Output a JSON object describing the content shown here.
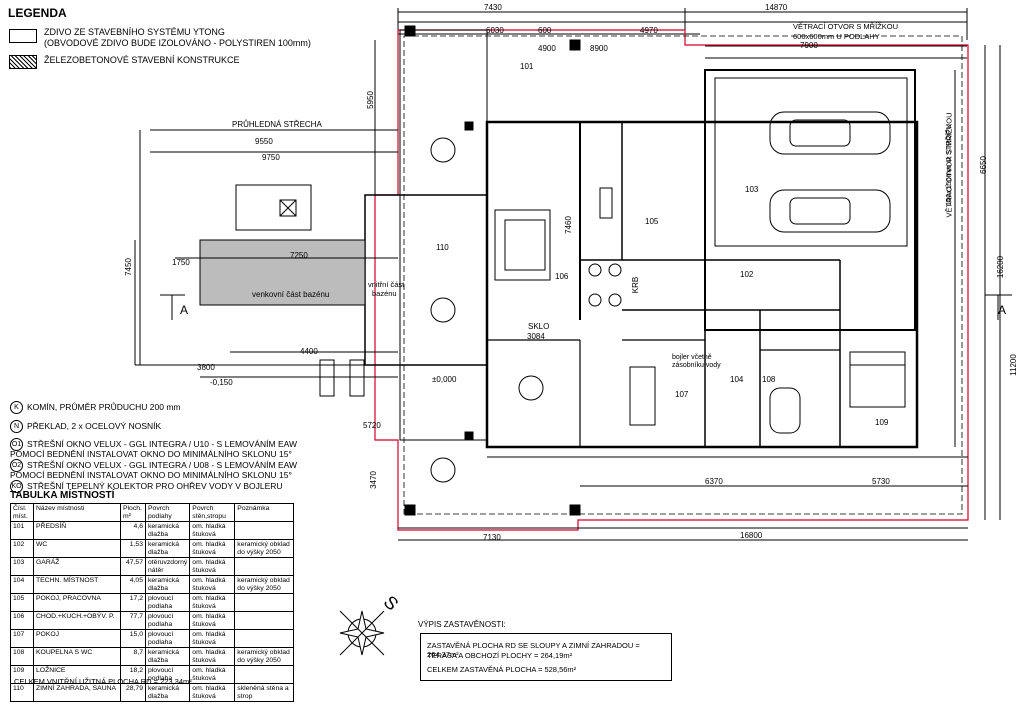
{
  "legend": {
    "title": "LEGENDA",
    "item1_line1": "ZDIVO ZE STAVEBNÍHO SYSTÉMU YTONG",
    "item1_line2": "(OBVODOVÉ ZDIVO BUDE IZOLOVÁNO - POLYSTIREN 100mm)",
    "item2": "ŽELEZOBETONOVÉ STAVEBNÍ KONSTRUKCE"
  },
  "notes": [
    {
      "sym": "K",
      "text": "KOMÍN, PRŮMĚR PRŮDUCHU 200 mm"
    },
    {
      "sym": "N",
      "text": "PŘEKLAD, 2 x OCELOVÝ NOSNÍK"
    },
    {
      "sym": "O1",
      "text": "STŘEŠNÍ OKNO VELUX - GGL INTEGRA / U10 - S LEMOVÁNÍM EAW"
    },
    {
      "sym": "",
      "text": "POMOCÍ BEDNĚNÍ INSTALOVAT OKNO DO MINIMÁLNÍHO SKLONU 15°"
    },
    {
      "sym": "O2",
      "text": "STŘEŠNÍ OKNO VELUX - GGL INTEGRA / U08 - S LEMOVÁNÍM EAW"
    },
    {
      "sym": "",
      "text": "POMOCÍ BEDNĚNÍ INSTALOVAT OKNO DO MINIMÁLNÍHO SKLONU 15°"
    },
    {
      "sym": "KO",
      "text": "STŘEŠNÍ TEPELNÝ KOLEKTOR PRO OHŘEV VODY V BOJLERU"
    }
  ],
  "table": {
    "title": "TABULKA MÍSTNOSTÍ",
    "headers": [
      "Čísl. míst.",
      "Název místnosti",
      "Ploch. m²",
      "Povrch podlahy",
      "Povrch stěn,stropu",
      "Poznámka"
    ],
    "rows": [
      [
        "101",
        "PŘEDSÍŇ",
        "4,6",
        "keramická dlažba",
        "om. hladká štuková",
        ""
      ],
      [
        "102",
        "WC",
        "1,53",
        "keramická dlažba",
        "om. hladká štuková",
        "keramický obklad do výšky 2050"
      ],
      [
        "103",
        "GARÁŽ",
        "47,57",
        "otěruvzdorný nátěr",
        "om. hladká štuková",
        ""
      ],
      [
        "104",
        "TECHN. MÍSTNOST",
        "4,05",
        "keramická dlažba",
        "om. hladká štuková",
        "keramický obklad do výšky 2050"
      ],
      [
        "105",
        "POKOJ, PRACOVNA",
        "17,2",
        "plovoucí podlaha",
        "om. hladká štuková",
        ""
      ],
      [
        "106",
        "CHOD.+KUCH.+OBÝV. P.",
        "77,7",
        "plovoucí podlaha",
        "om. hladká štuková",
        ""
      ],
      [
        "107",
        "POKOJ",
        "15,0",
        "plovoucí podlaha",
        "om. hladká štuková",
        ""
      ],
      [
        "108",
        "KOUPELNA S WC",
        "8,7",
        "keramická dlažba",
        "om. hladká štuková",
        "keramický obklad do výšky 2050"
      ],
      [
        "109",
        "LOŽNICE",
        "18,2",
        "plovoucí podlaha",
        "om. hladká štuková",
        ""
      ],
      [
        "110",
        "ZIMNÍ ZAHRADA, SAUNA",
        "28,79",
        "keramická dlažba",
        "om. hladká štuková",
        "skleněná stěna a strop"
      ]
    ],
    "footer": "CELKEM VNITŘNÍ UŽITNÁ PLOCHA RD = 223,34m²"
  },
  "summary": {
    "title": "VÝPIS ZASTAVĚNOSTI:",
    "line1": "ZASTAVĚNÁ PLOCHA RD SE SLOUPY A ZIMNÍ ZAHRADOU = 264,37m²",
    "line2": "TERASA A OBCHOZÍ PLOCHY = 264,19m²",
    "line3": "CELKEM ZASTAVĚNÁ PLOCHA = 528,56m²"
  },
  "plan": {
    "dim_7430": "7430",
    "dim_14870": "14870",
    "dim_6030": "6030",
    "dim_600": "600",
    "dim_4970": "4970",
    "dim_4900": "4900",
    "dim_8900": "8900",
    "dim_7900": "7900",
    "dim_16800": "16800",
    "dim_7130": "7130",
    "dim_6370": "6370",
    "dim_5730": "5730",
    "dim_9550": "9550",
    "dim_9750": "9750",
    "dim_7250": "7250",
    "dim_1750": "1750",
    "dim_4400": "4400",
    "dim_3800": "3800",
    "dim_5720": "5720",
    "dim_7450": "7450",
    "dim_16200": "16200",
    "dim_11200": "11200",
    "dim_6650": "6650",
    "dim_5950": "5950",
    "dim_7460": "7460",
    "dim_3470": "3470",
    "label_pruhledna": "PRŮHLEDNÁ STŘECHA",
    "label_venkovni": "venkovní část bazénu",
    "label_vnitrni_1": "vnitřní část",
    "label_vnitrni_2": "bazénu",
    "label_sklo": "SKLO",
    "label_sklo_dim": "3084",
    "label_vetraci_1": "VĚTRACÍ OTVOR S MŘÍŽKOU",
    "label_vetraci_2": "600x600mm U PODLAHY",
    "label_vetraci_v1": "VĚTRACÍ OTVOR S MŘÍŽKOU",
    "label_vetraci_v2": "150x150mm U STROPU",
    "label_bojler_1": "bojler včetně",
    "label_bojler_2": "zásobníku vody",
    "label_krb": "KRB",
    "label_level1": "±0,000",
    "label_level2": "-0,150",
    "section_left": "A",
    "section_right": "A",
    "rooms": [
      "101",
      "102",
      "103",
      "104",
      "105",
      "106",
      "107",
      "108",
      "109",
      "110"
    ],
    "north": "S"
  }
}
